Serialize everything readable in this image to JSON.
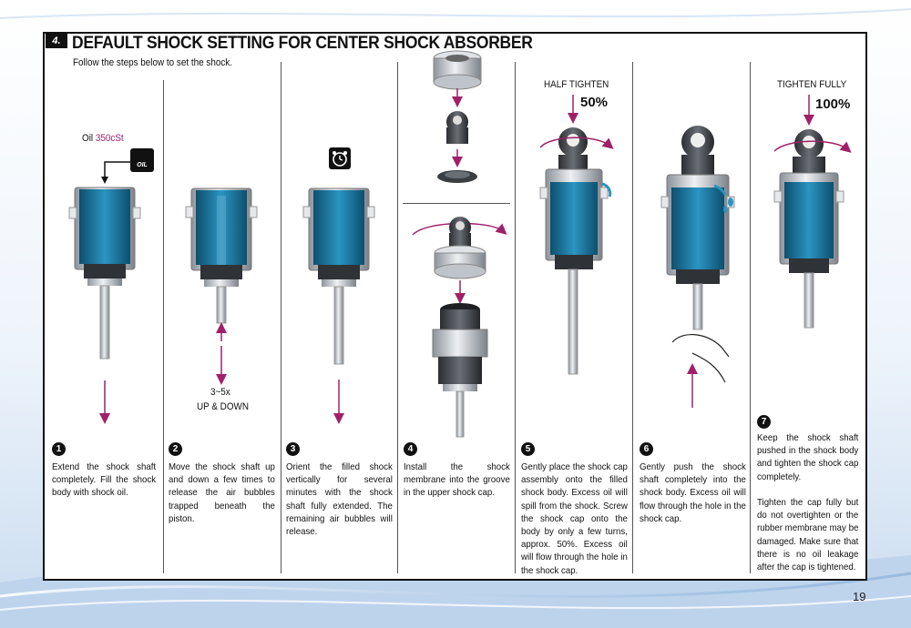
{
  "section_number": "4.",
  "title": "DEFAULT SHOCK SETTING FOR CENTER SHOCK ABSORBER",
  "subtitle": "Follow the steps below to set the shock.",
  "oil_label_prefix": "Oil",
  "oil_value": "350cSt",
  "oil_icon_text": "OIL",
  "stroke_count": "3~5x",
  "stroke_direction": "UP & DOWN",
  "half_tighten": "HALF TIGHTEN",
  "half_percent": "50%",
  "tighten_fully": "TIGHTEN FULLY",
  "full_percent": "100%",
  "steps": [
    {
      "num": "1",
      "text": "Extend the shock shaft completely. Fill the shock body with shock oil."
    },
    {
      "num": "2",
      "text": "Move the shock shaft up and down a few times to release the air bubbles trapped beneath the piston."
    },
    {
      "num": "3",
      "text": "Orient the filled shock vertically for several minutes with the shock shaft fully extended. The remaining air bubbles will release."
    },
    {
      "num": "4",
      "text": "Install the shock membrane into the groove in the upper shock cap."
    },
    {
      "num": "5",
      "text": "Gently place the shock cap assembly onto the filled shock body. Excess oil will spill from the shock. Screw the shock cap onto the body by only a few turns, approx. 50%. Excess oil will flow through the hole in the shock cap."
    },
    {
      "num": "6",
      "text": "Gently push the shock shaft completely into the shock body. Excess oil will flow through the hole in the shock cap."
    },
    {
      "num": "7",
      "text": "Keep the shock shaft pushed in the shock body and tighten the shock cap completely.",
      "text2": "Tighten the cap fully but do not overtighten or the rubber membrane may be damaged. Make sure that there is no oil leakage after the cap is tightened."
    }
  ],
  "page_number": "19",
  "colors": {
    "oil": "#1f7fa8",
    "arrow": "#a0206a",
    "metal": "#c8ccd2",
    "cap": "#3a3d42"
  }
}
